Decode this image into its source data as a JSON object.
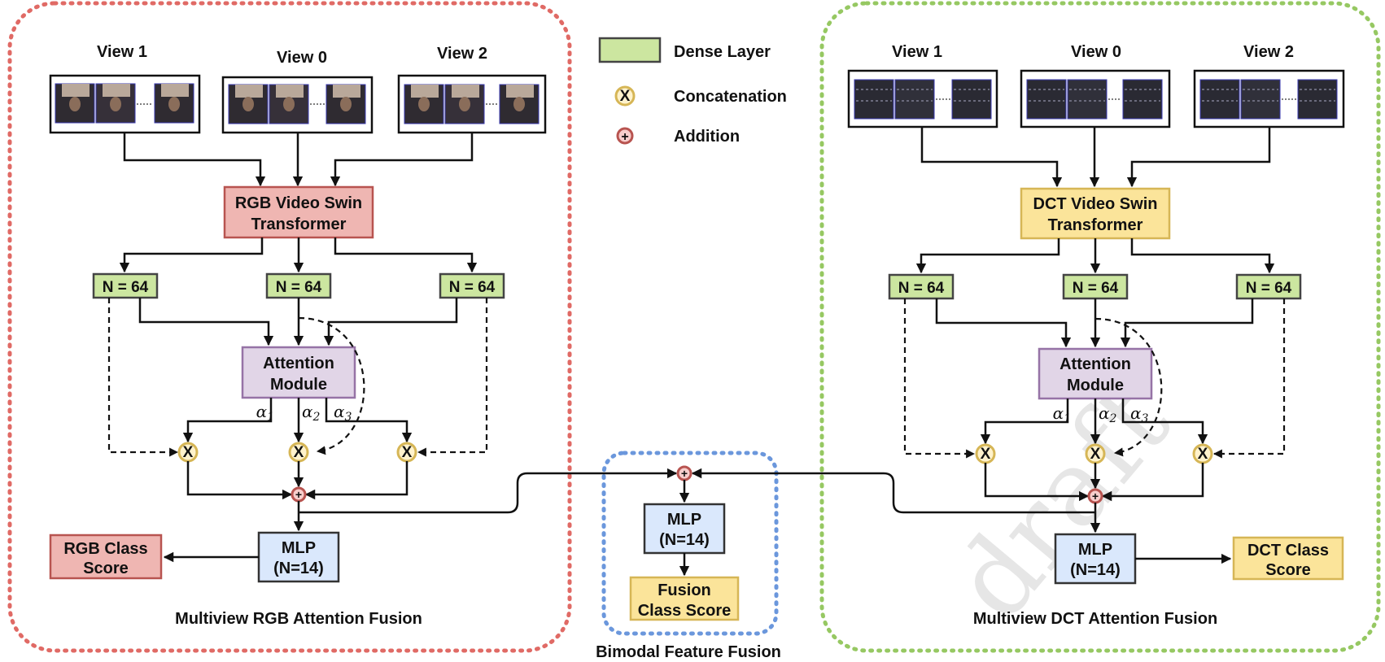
{
  "legend": {
    "dense_layer": "Dense Layer",
    "concatenation": "Concatenation",
    "addition": "Addition",
    "concat_symbol": "X",
    "add_symbol": "+"
  },
  "rgb": {
    "group_label": "Multiview RGB Attention Fusion",
    "views": [
      "View 1",
      "View 0",
      "View 2"
    ],
    "transformer": [
      "RGB Video Swin",
      "Transformer"
    ],
    "dense": [
      "N = 64",
      "N = 64",
      "N = 64"
    ],
    "attention": [
      "Attention",
      "Module"
    ],
    "alphas": [
      "α",
      "α",
      "α"
    ],
    "alpha_subs": [
      "1",
      "2",
      "3"
    ],
    "mlp": [
      "MLP",
      "(N=14)"
    ],
    "score": [
      "RGB Class",
      "Score"
    ]
  },
  "dct": {
    "group_label": "Multiview DCT Attention Fusion",
    "views": [
      "View 1",
      "View 0",
      "View 2"
    ],
    "transformer": [
      "DCT Video Swin",
      "Transformer"
    ],
    "dense": [
      "N = 64",
      "N = 64",
      "N = 64"
    ],
    "attention": [
      "Attention",
      "Module"
    ],
    "alphas": [
      "α",
      "α",
      "α"
    ],
    "alpha_subs": [
      "1",
      "2",
      "3"
    ],
    "mlp": [
      "MLP",
      "(N=14)"
    ],
    "score": [
      "DCT Class",
      "Score"
    ]
  },
  "fusion": {
    "group_label": "Bimodal Feature Fusion",
    "mlp": [
      "MLP",
      "(N=14)"
    ],
    "score": [
      "Fusion",
      "Class Score"
    ]
  },
  "watermark": "draft",
  "colors": {
    "rgb_border": "#e06a65",
    "dct_border": "#96c862",
    "fusion_border": "#6b97dc",
    "transformer_rgb_fill": "#efb6b2",
    "transformer_rgb_stroke": "#b85450",
    "transformer_dct_fill": "#fbe49a",
    "transformer_dct_stroke": "#d6b656",
    "dense_fill": "#cce6a0",
    "dense_stroke": "#444444",
    "attention_fill": "#e1d5e7",
    "attention_stroke": "#9673a6",
    "mlp_fill": "#dae8fc",
    "mlp_stroke": "#333333",
    "concat_fill": "#fff2cc",
    "concat_stroke": "#d6b656",
    "add_fill": "#f8cecc",
    "add_stroke": "#b85450"
  }
}
